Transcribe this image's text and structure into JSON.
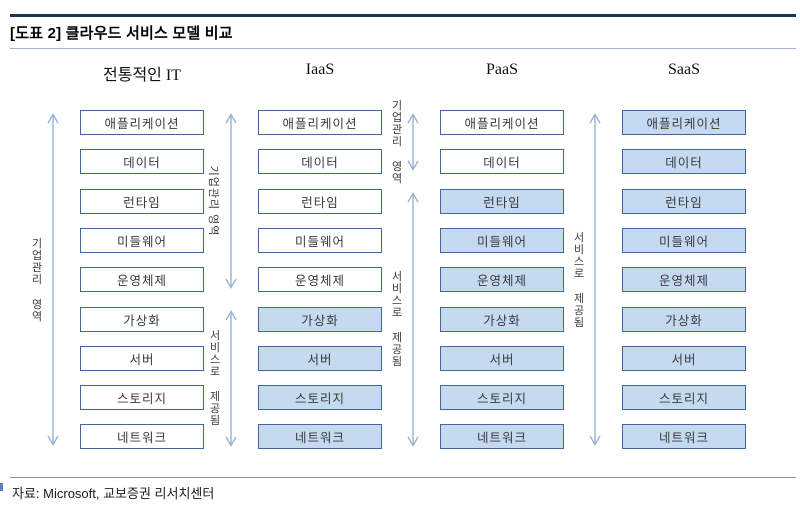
{
  "title": "[도표 2] 클라우드 서비스 모델 비교",
  "source_note": "자료: Microsoft, 교보증권 리서치센터",
  "layers": [
    "애플리케이션",
    "데이터",
    "런타임",
    "미들웨어",
    "운영체제",
    "가상화",
    "서버",
    "스토리지",
    "네트워크"
  ],
  "columns": [
    {
      "id": "traditional-it",
      "header": "전통적인 IT",
      "service_from_layer": 9
    },
    {
      "id": "iaas",
      "header": "IaaS",
      "service_from_layer": 5
    },
    {
      "id": "paas",
      "header": "PaaS",
      "service_from_layer": 2
    },
    {
      "id": "saas",
      "header": "SaaS",
      "service_from_layer": 0
    }
  ],
  "arrows": [
    {
      "column": 0,
      "label": "기업관리 영역",
      "from_layer": 0,
      "to_layer": 8,
      "label_rotated": false
    },
    {
      "column": 1,
      "label": "기업관리 영역",
      "from_layer": 0,
      "to_layer": 4,
      "label_rotated": true
    },
    {
      "column": 1,
      "label": "서비스로 제공됨",
      "from_layer": 5,
      "to_layer": 8,
      "label_rotated": false
    },
    {
      "column": 2,
      "label": "기업관리 영역",
      "from_layer": 0,
      "to_layer": 1,
      "label_rotated": false
    },
    {
      "column": 2,
      "label": "서비스로 제공됨",
      "from_layer": 2,
      "to_layer": 8,
      "label_rotated": false
    },
    {
      "column": 3,
      "label": "서비스로 제공됨",
      "from_layer": 0,
      "to_layer": 8,
      "label_rotated": false
    }
  ],
  "colors": {
    "accent_rule": "#17375e",
    "title_underline": "#9fb2cc",
    "footer_rule": "#8f8f8f",
    "box_border": "#44679b",
    "box_fill_service": "#c5d9f1",
    "box_fill_managed": "#ffffff",
    "arrow": "#95b3d7",
    "box_text": "#3a3a3a",
    "header_text": "#111111"
  }
}
